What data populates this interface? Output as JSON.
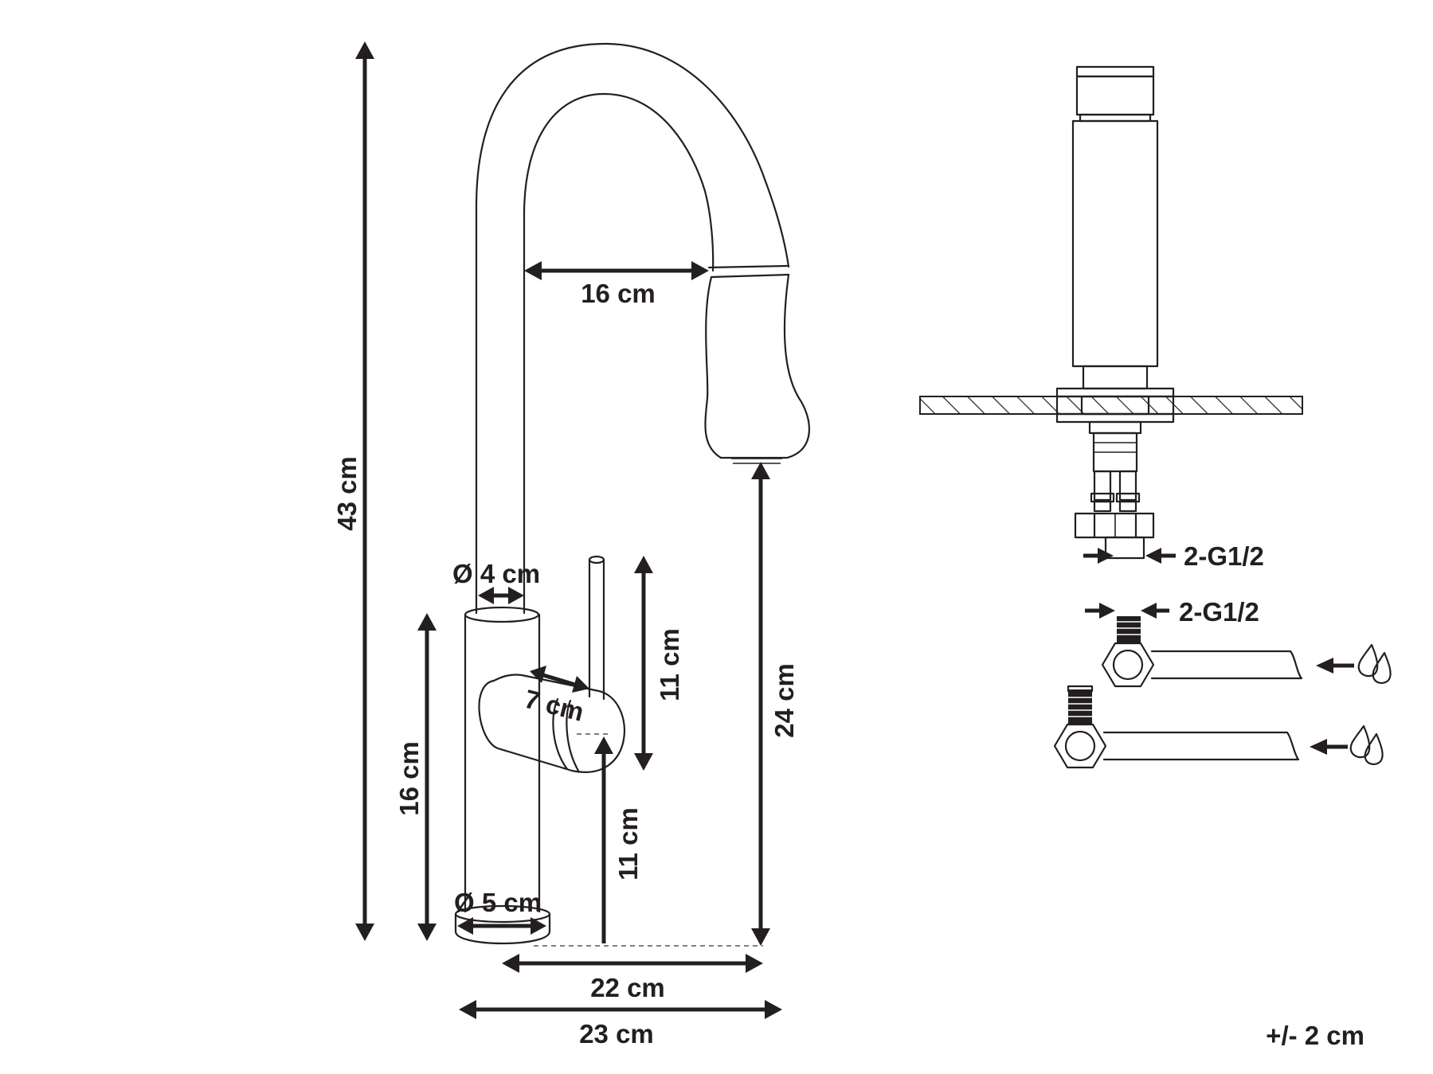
{
  "dimensions": {
    "total_height": "43 cm",
    "spout_reach": "16 cm",
    "spout_diameter": "Ø 4 cm",
    "body_height": "16 cm",
    "handle_length": "7 cm",
    "lever_height": "11 cm",
    "handle_base_height": "11 cm",
    "outlet_height": "24 cm",
    "base_diameter": "Ø 5 cm",
    "outlet_distance": "22 cm",
    "total_depth": "23 cm"
  },
  "connections": {
    "thread_top": "2-G1/2",
    "thread_hoses": "2-G1/2"
  },
  "tolerance": "+/- 2 cm",
  "icons": [
    "water-drops-icon",
    "water-drops-icon"
  ]
}
